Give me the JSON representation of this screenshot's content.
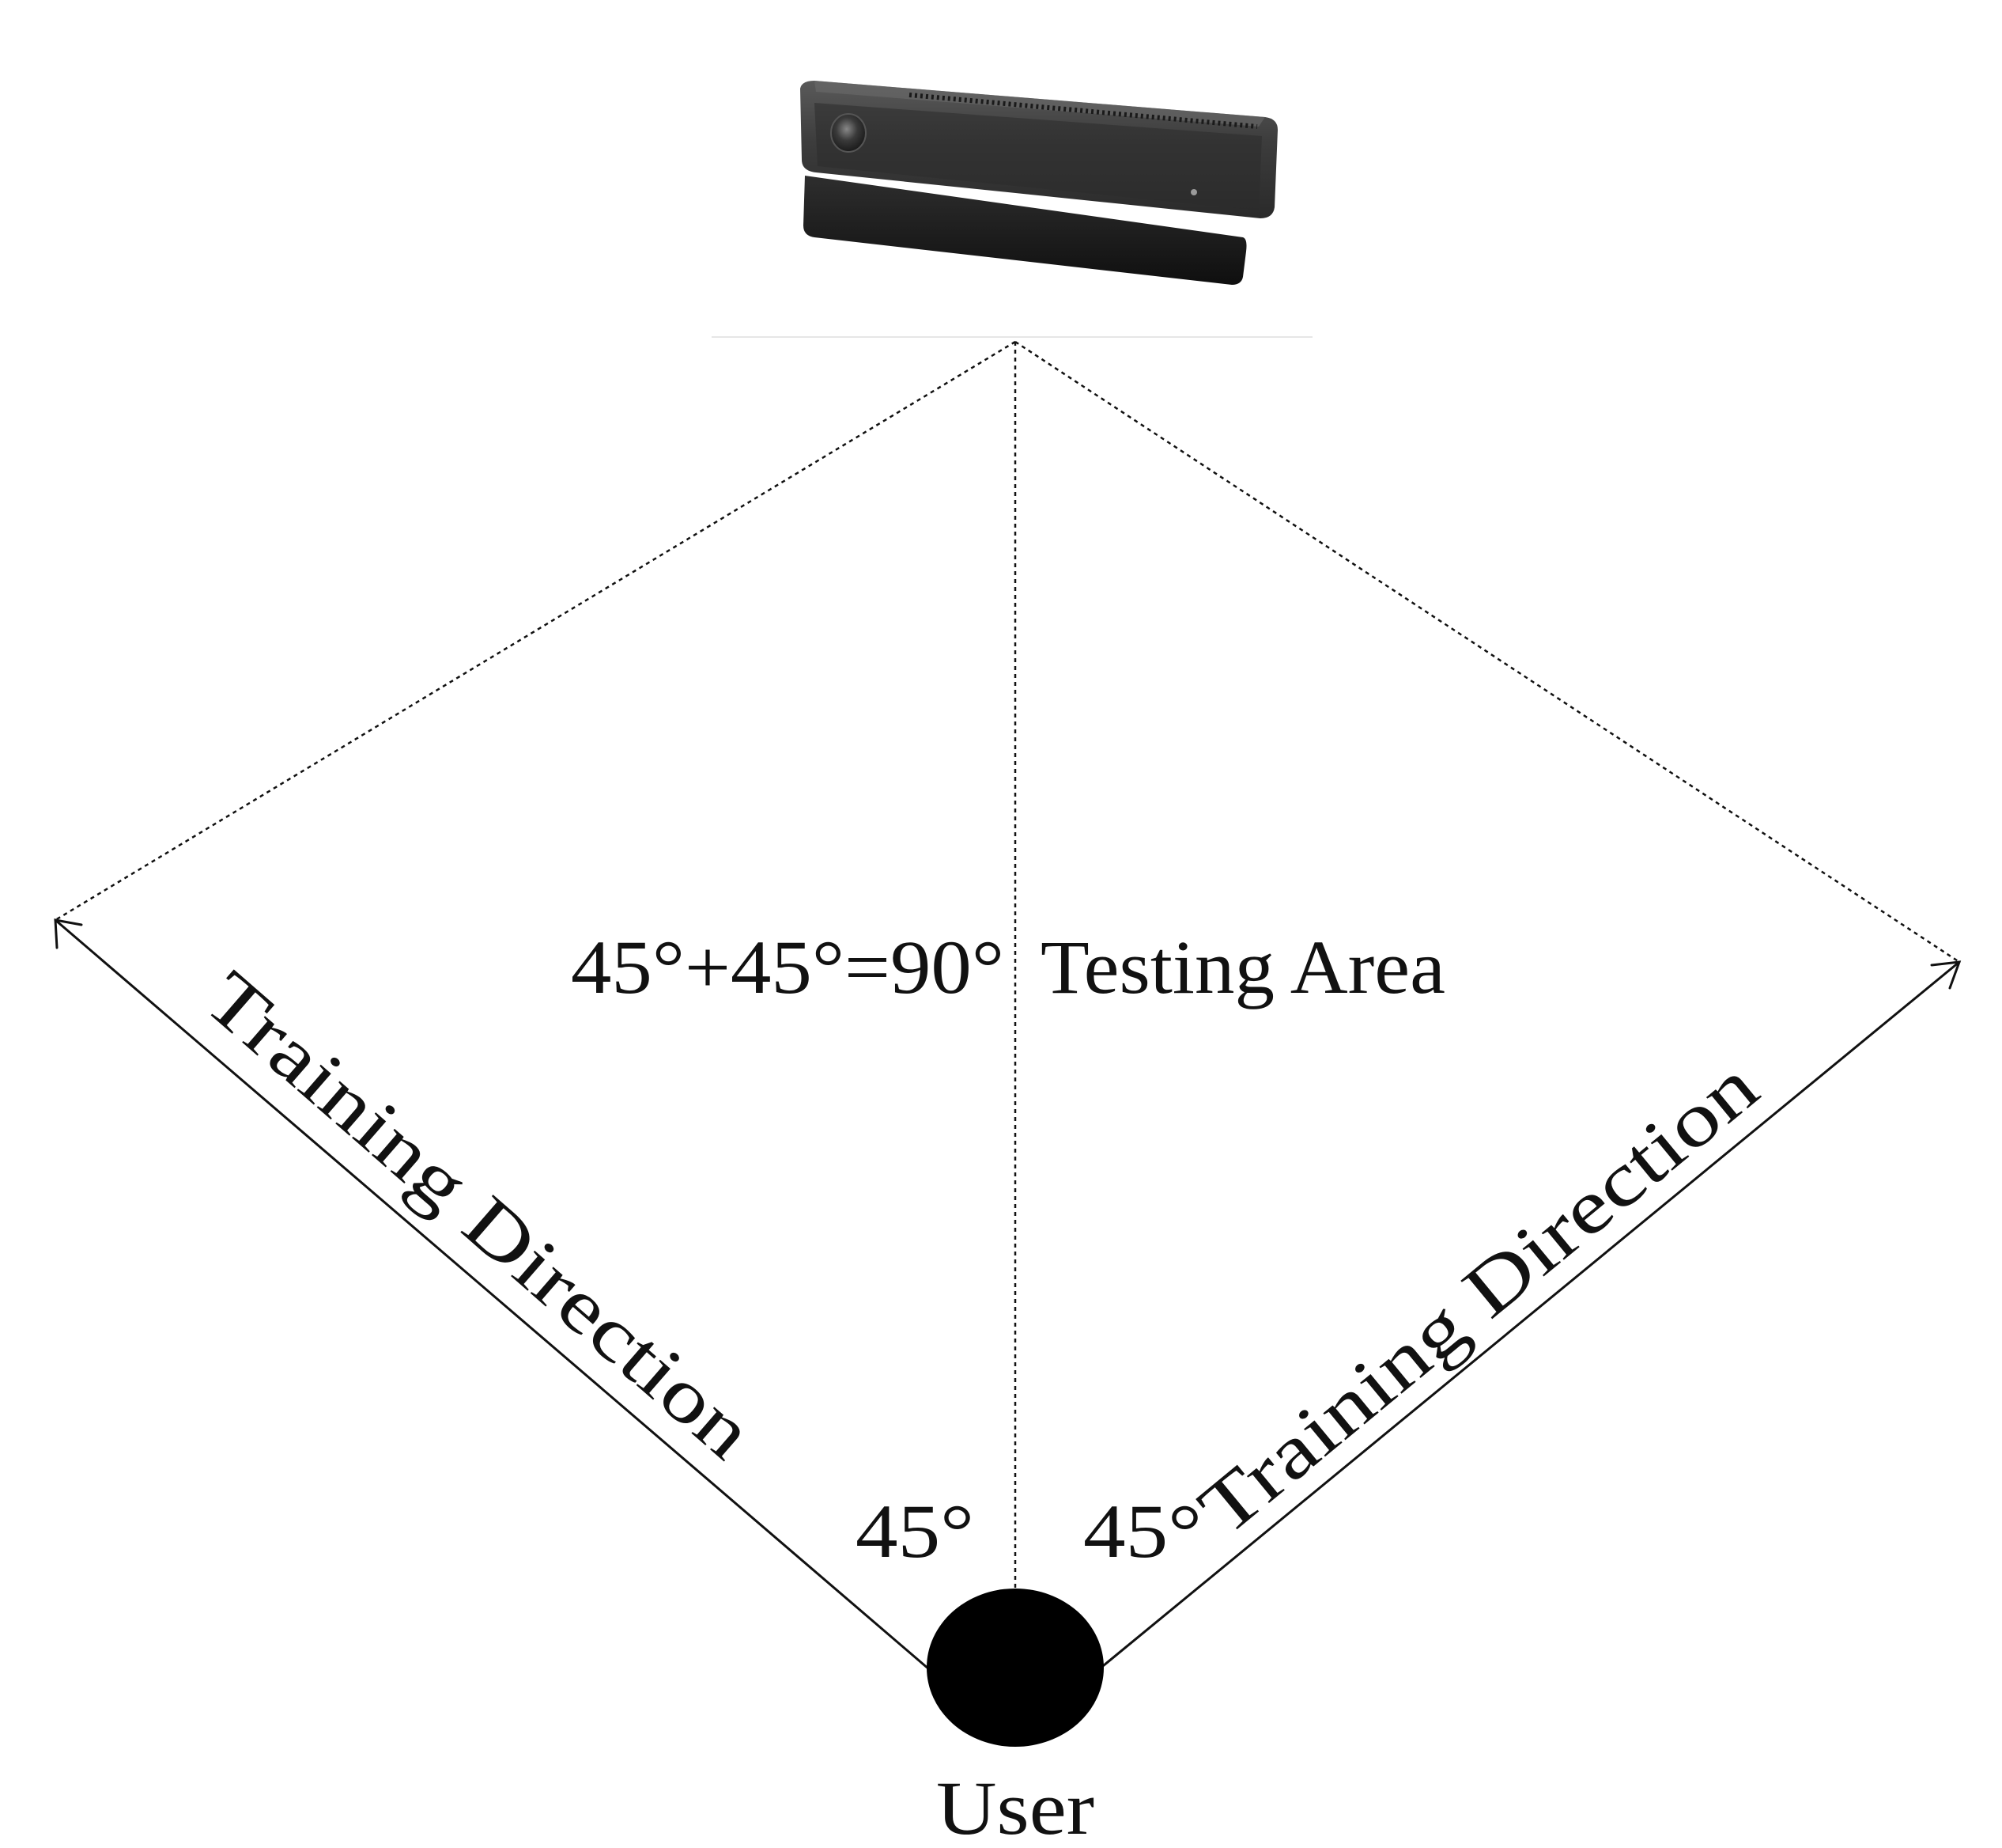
{
  "labels": {
    "angle_sum": "45°+45°=90°",
    "testing_area": "Testing Area",
    "training_left": "Training Direction",
    "training_right": "Training Direction",
    "angle_left": "45°",
    "angle_right": "45°",
    "user": "User"
  },
  "icons": {
    "sensor": "depth-camera-sensor-icon",
    "user": "user-circle-icon"
  },
  "colors": {
    "line": "#111111",
    "sensor_body": "#3a3a3a",
    "sensor_base": "#1c1c1c",
    "user_marker": "#000000"
  }
}
